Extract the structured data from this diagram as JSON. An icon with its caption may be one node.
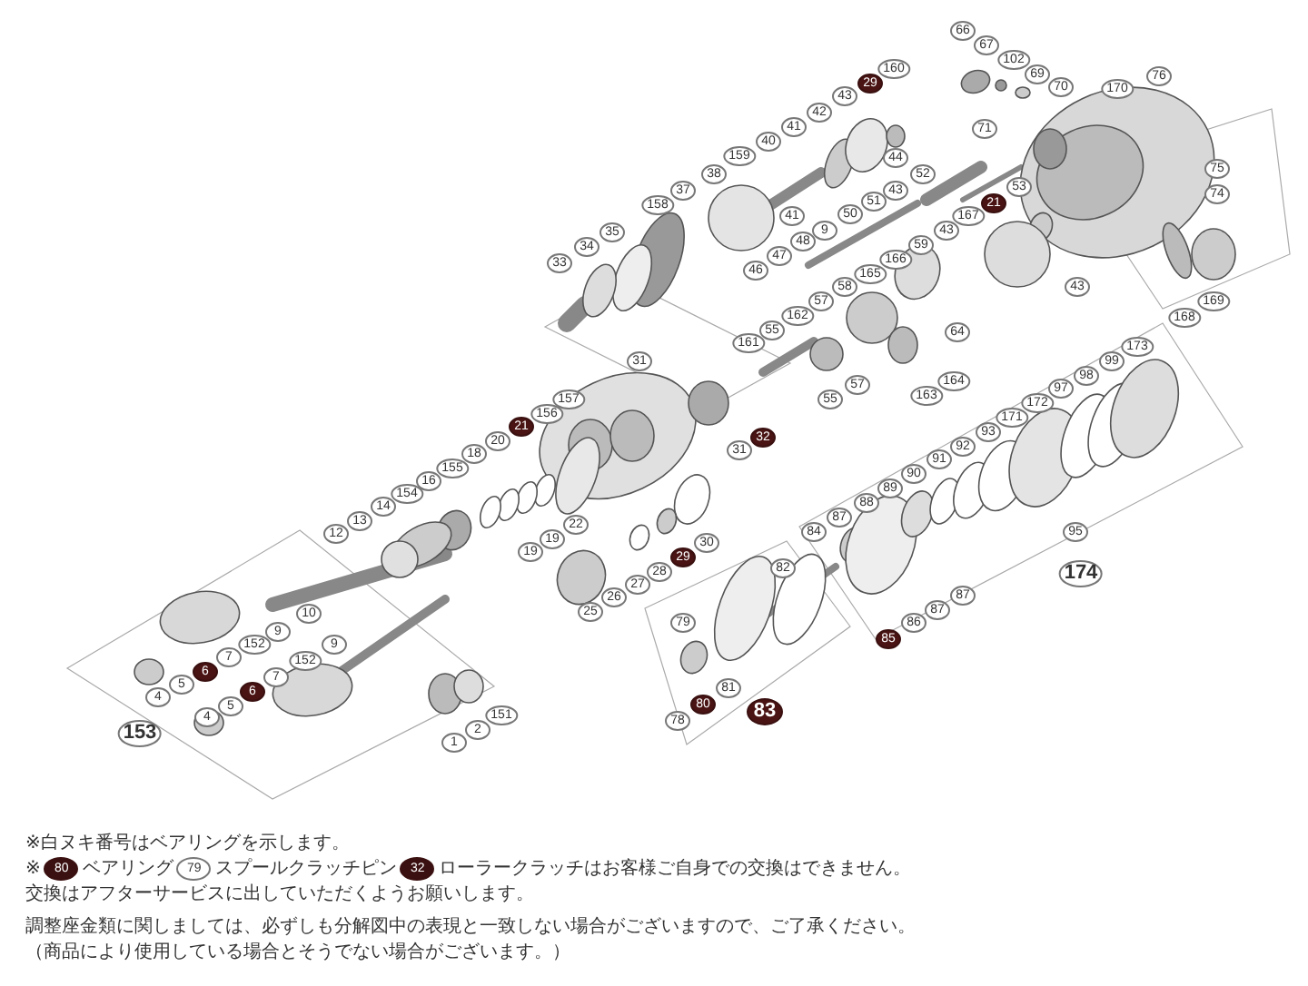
{
  "diagram": {
    "labels": [
      "66",
      "67",
      "102",
      "160",
      "69",
      "76",
      "29",
      "70",
      "170",
      "43",
      "42",
      "41",
      "71",
      "40",
      "159",
      "44",
      "75",
      "38",
      "52",
      "53",
      "37",
      "43",
      "74",
      "51",
      "21",
      "158",
      "50",
      "41",
      "167",
      "9",
      "43",
      "35",
      "48",
      "59",
      "34",
      "47",
      "166",
      "33",
      "46",
      "165",
      "43",
      "58",
      "57",
      "169",
      "162",
      "168",
      "55",
      "64",
      "161",
      "173",
      "31",
      "99",
      "98",
      "164",
      "57",
      "97",
      "163",
      "55",
      "157",
      "172",
      "156",
      "171",
      "21",
      "93",
      "32",
      "20",
      "92",
      "31",
      "18",
      "91",
      "155",
      "90",
      "16",
      "89",
      "154",
      "88",
      "14",
      "87",
      "13",
      "22",
      "84",
      "95",
      "12",
      "19",
      "30",
      "19",
      "29",
      "82",
      "28",
      "174",
      "27",
      "87",
      "26",
      "87",
      "25",
      "10",
      "79",
      "86",
      "9",
      "85",
      "152",
      "9",
      "7",
      "152",
      "6",
      "7",
      "5",
      "81",
      "6",
      "4",
      "80",
      "5",
      "83",
      "151",
      "4",
      "78",
      "2",
      "153",
      "1",
      "※白ヌキ番号はベアリングを示します。",
      "※",
      "80",
      "ベアリング",
      "79",
      "スプールクラッチピン",
      "32",
      "ローラークラッチはお客様ご自身での交換はできません。",
      "交換はアフターサービスに出していただくようお願いします。",
      "調整座金類に関しましては、必ずしも分解図中の表現と一致しない場合がございますので、ご了承ください。",
      "（商品により使用している場合とそうでない場合がございます。）"
    ]
  }
}
